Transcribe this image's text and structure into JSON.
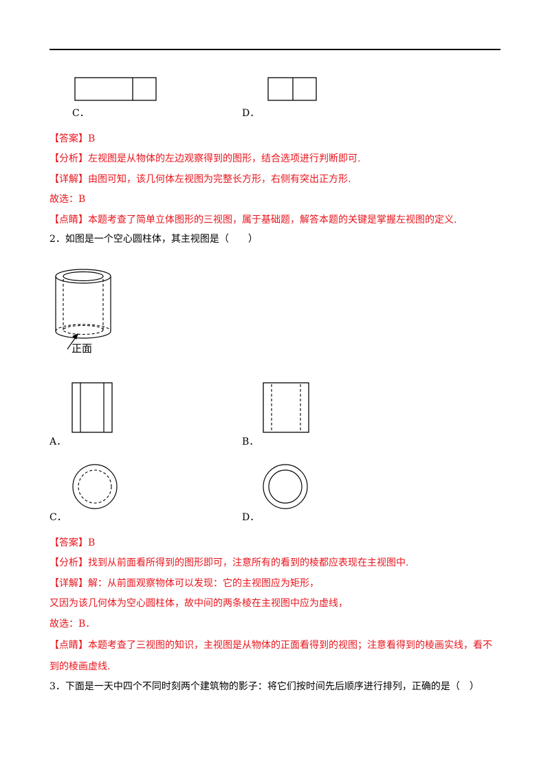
{
  "q1": {
    "option_c": "C．",
    "option_d": "D．",
    "answer": {
      "tag": "【答案】",
      "text": "B"
    },
    "analysis": {
      "tag": "【分析】",
      "text": "左视图是从物体的左边观察得到的图形，结合选项进行判断即可."
    },
    "detail": {
      "tag": "【详解】",
      "text": "由图可知，该几何体左视图为完整长方形，右侧有突出正方形."
    },
    "choice": "故选：B",
    "comment": {
      "tag": "【点睛】",
      "text": "本题考查了简单立体图形的三视图，属于基础题，解答本题的关键是掌握左视图的定义."
    }
  },
  "q2": {
    "stem": "2．如图是一个空心圆柱体，其主视图是（　　）",
    "figure_label": "正面",
    "option_a": "A．",
    "option_b": "B．",
    "option_c": "C．",
    "option_d": "D．",
    "answer": {
      "tag": "【答案】",
      "text": "B"
    },
    "analysis": {
      "tag": "【分析】",
      "text": "找到从前面看所得到的图形即可，注意所有的看到的棱都应表现在主视图中."
    },
    "detail": {
      "tag": "【详解】",
      "text": "解：从前面观察物体可以发现：它的主视图应为矩形，"
    },
    "detail2": "又因为该几何体为空心圆柱体，故中间的两条棱在主视图中应为虚线，",
    "choice": "故选：B．",
    "comment": {
      "tag": "【点睛】",
      "text": "本题考查了三视图的知识，主视图是从物体的正面看得到的视图；注意看得到的棱画实线，看不"
    },
    "comment2": "到的棱画虚线."
  },
  "q3": {
    "stem": "3．下面是一天中四个不同时刻两个建筑物的影子：将它们按时间先后顺序进行排列，正确的是（　）"
  }
}
